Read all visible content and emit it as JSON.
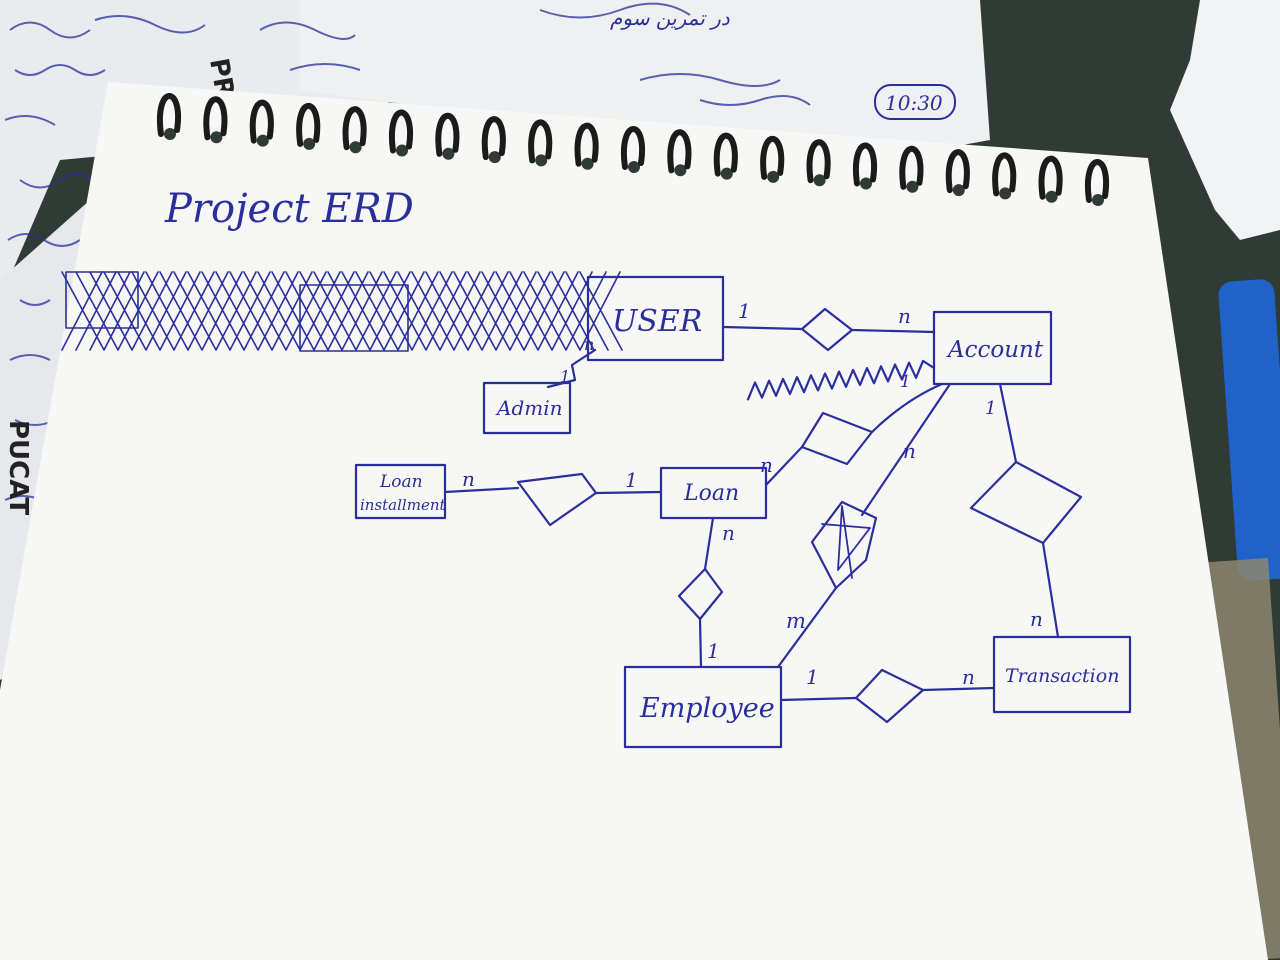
{
  "photo": {
    "description_free": true,
    "ink_color": "#2b2f9c",
    "paper_color": "#f7f7f5",
    "background_color": "#2f3b34"
  },
  "notebook": {
    "title": "Project ERD"
  },
  "background_notes": {
    "top_note": "در تمرین سوم",
    "time_badge": "10:30",
    "side_text_1": "PRO",
    "side_text_2": "PUCAT"
  },
  "diagram": {
    "entities": {
      "user": "USER",
      "account": "Account",
      "admin": "Admin",
      "loan": "Loan",
      "loan_installment_line1": "Loan",
      "loan_installment_line2": "installment",
      "employee": "Employee",
      "transaction": "Transaction"
    },
    "cardinalities": {
      "user_account_1": "1",
      "user_account_n": "n",
      "user_admin_n": "n",
      "user_admin_1": "1",
      "account_scribble_1": "1",
      "account_loan_n": "n",
      "loan_installment_n": "n",
      "loan_installment_1": "1",
      "loan_employee_n": "n",
      "loan_employee_1": "1",
      "account_employee_n": "n",
      "account_employee_m": "m",
      "account_transaction_1": "1",
      "account_transaction_n": "n",
      "employee_transaction_1": "1",
      "employee_transaction_n": "n"
    }
  }
}
